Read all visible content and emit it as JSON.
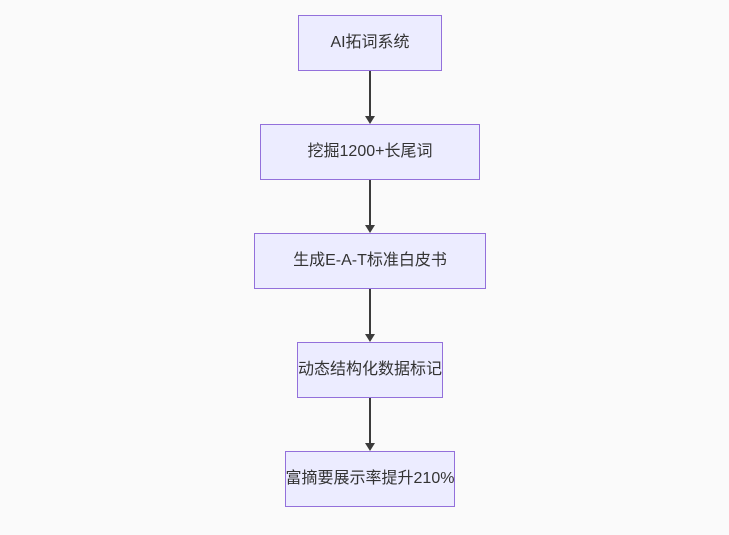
{
  "diagram": {
    "type": "flowchart",
    "direction": "top-down",
    "nodes": [
      {
        "id": "A",
        "label": "AI拓词系统"
      },
      {
        "id": "B",
        "label": "挖掘1200+长尾词"
      },
      {
        "id": "C",
        "label": "生成E-A-T标准白皮书"
      },
      {
        "id": "D",
        "label": "动态结构化数据标记"
      },
      {
        "id": "E",
        "label": "富摘要展示率提升210%"
      }
    ],
    "edges": [
      {
        "from": "A",
        "to": "B"
      },
      {
        "from": "B",
        "to": "C"
      },
      {
        "from": "C",
        "to": "D"
      },
      {
        "from": "D",
        "to": "E"
      }
    ],
    "colors": {
      "background": "#fafafa",
      "node_fill": "#ECECFF",
      "node_border": "#9370DB",
      "text": "#333333",
      "arrow": "#3b3b3b"
    }
  }
}
